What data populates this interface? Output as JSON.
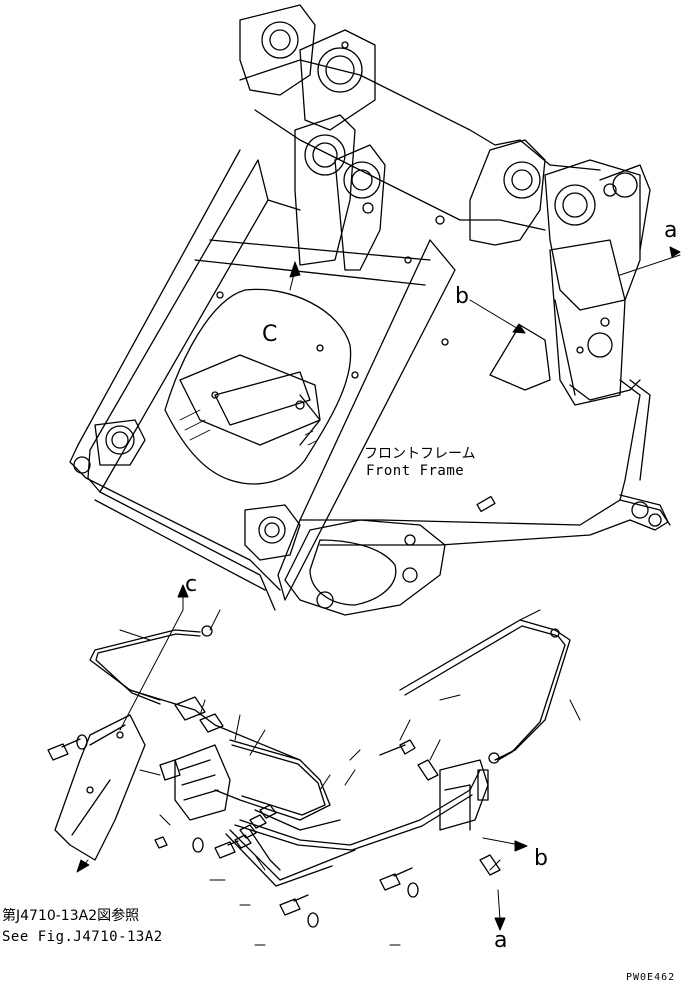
{
  "labels": {
    "callout_c": "C",
    "callout_c_lower": "c",
    "callout_a_upper": "a",
    "callout_a_lower": "a",
    "callout_b_upper": "b",
    "callout_b_lower": "b"
  },
  "frame_label": {
    "ja": "フロントフレーム",
    "en": "Front Frame"
  },
  "reference": {
    "ja": "第J4710-13A2図参照",
    "en": "See Fig.J4710-13A2"
  },
  "drawing_code": "PW0E462"
}
